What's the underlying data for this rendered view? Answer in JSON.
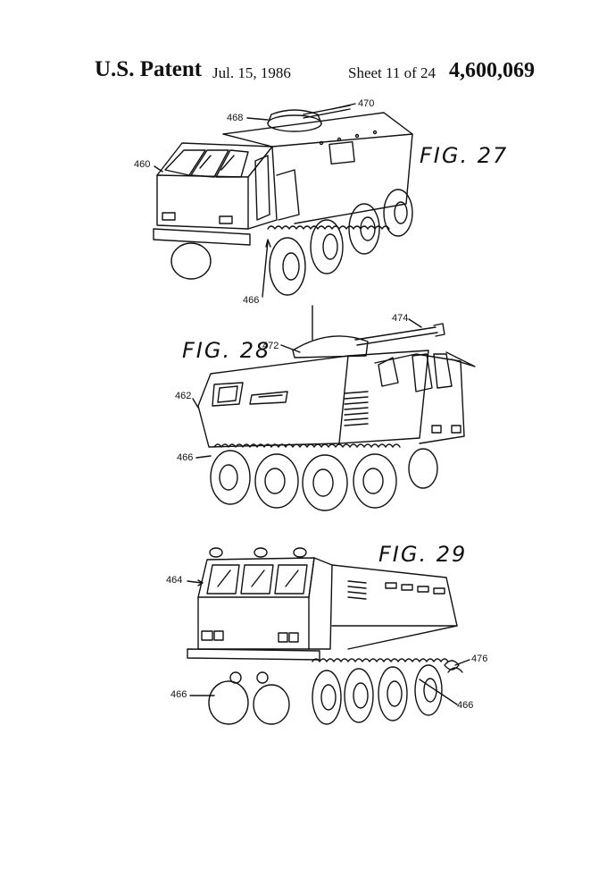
{
  "header": {
    "title": "U.S. Patent",
    "date": "Jul. 15, 1986",
    "sheet": "Sheet 11 of 24",
    "patent_number": "4,600,069"
  },
  "figures": [
    {
      "label": "FIG. 27",
      "refs": [
        "468",
        "470",
        "460",
        "466"
      ]
    },
    {
      "label": "FIG. 28",
      "refs": [
        "474",
        "472",
        "462",
        "466"
      ]
    },
    {
      "label": "FIG. 29",
      "refs": [
        "464",
        "476",
        "466",
        "466"
      ]
    }
  ]
}
